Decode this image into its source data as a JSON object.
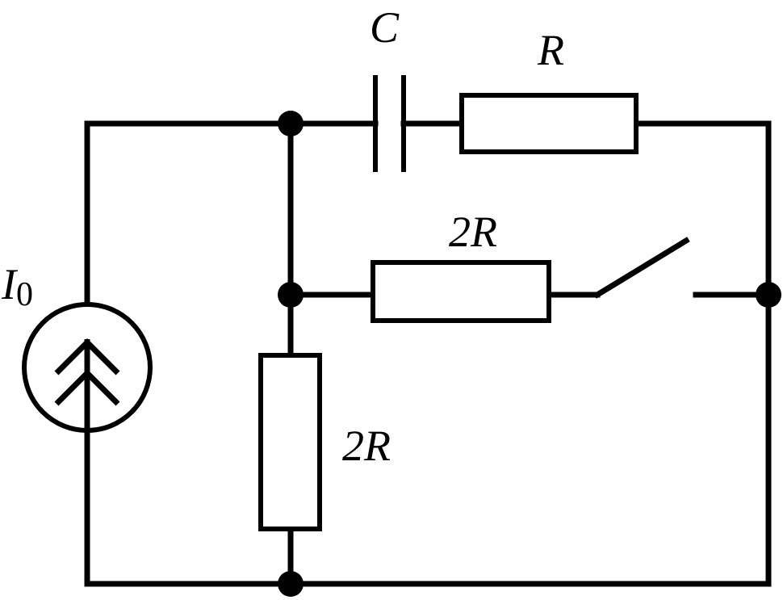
{
  "labels": {
    "capacitor": "C",
    "resistor_top": "R",
    "resistor_middle": "2R",
    "resistor_vertical": "2R",
    "source_main": "I",
    "source_sub": "0"
  },
  "icons": {
    "current_source": "current-source-icon",
    "switch": "open-switch-icon",
    "junction": "junction-node-icon"
  },
  "colors": {
    "line": "#000000",
    "background": "#ffffff"
  }
}
